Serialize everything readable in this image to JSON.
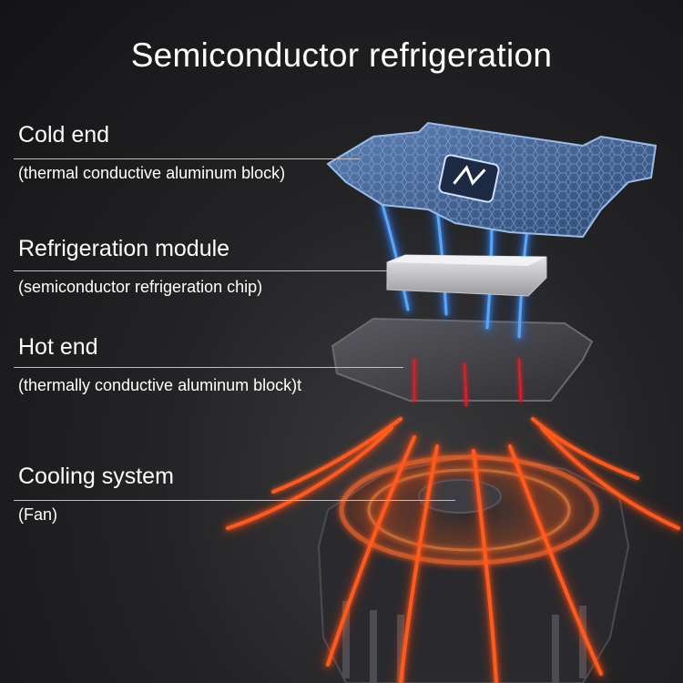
{
  "title": "Semiconductor refrigeration",
  "parts": [
    {
      "name": "Cold end",
      "detail": "(thermal conductive aluminum block)"
    },
    {
      "name": "Refrigeration module",
      "detail": "(semiconductor refrigeration chip)"
    },
    {
      "name": "Hot end",
      "detail": "(thermally conductive aluminum block)t"
    },
    {
      "name": "Cooling system",
      "detail": "(Fan)"
    }
  ],
  "colors": {
    "background": "#1c1c1e",
    "cold_glow": "#2d8cff",
    "hot_glow": "#ff4a1a",
    "cold_plate": "#4a6a9a",
    "heatsink": "#3a3a3e"
  },
  "icons": [
    "brand-logo-icon"
  ]
}
